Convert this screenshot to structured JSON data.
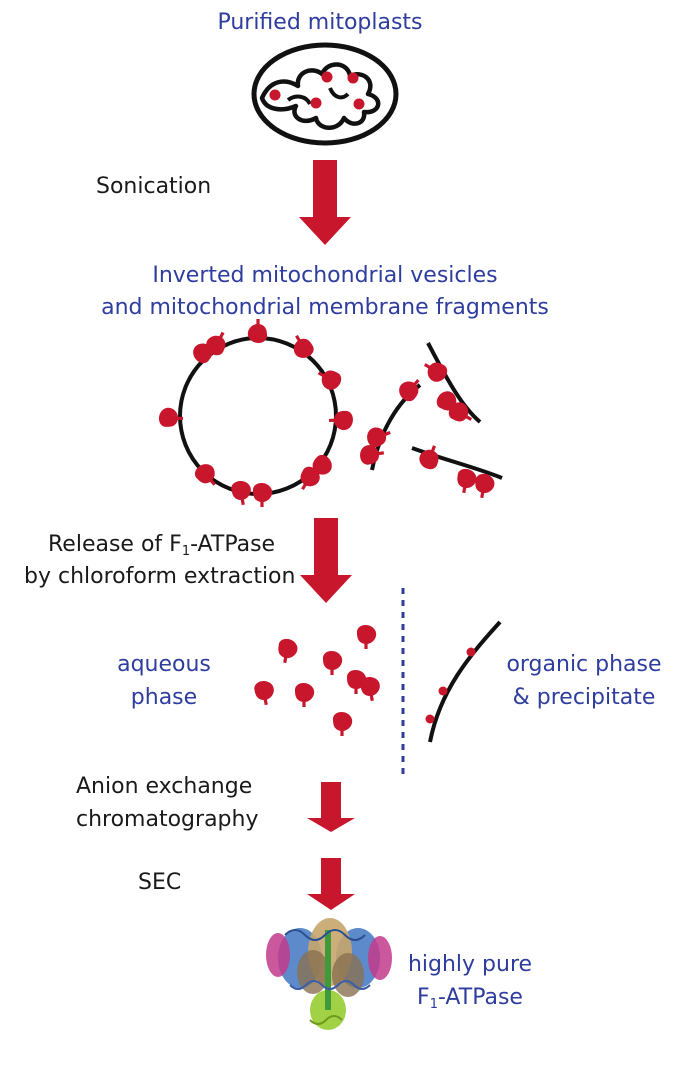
{
  "colors": {
    "label_blue": "#2e3d9e",
    "text_black": "#1a1a1a",
    "arrow_red": "#c8172d",
    "protein_red": "#c8172d",
    "membrane": "#111111"
  },
  "labels": {
    "purified": "Purified mitoplasts",
    "sonication": "Sonication",
    "inverted_line1": "Inverted mitochondrial vesicles",
    "inverted_line2": "and mitochondrial membrane fragments",
    "release_line1_a": "Release of F",
    "release_line1_sub": "1",
    "release_line1_b": "-ATPase",
    "release_line2": "by chloroform extraction",
    "aqueous_line1": "aqueous",
    "aqueous_line2": "phase",
    "organic_line1": "organic phase",
    "organic_line2": "& precipitate",
    "anion_line1": "Anion exchange",
    "anion_line2": "chromatography",
    "sec": "SEC",
    "pure_line1": "highly pure",
    "pure_line2_a": "F",
    "pure_line2_sub": "1",
    "pure_line2_b": "-ATPase"
  },
  "icons": {
    "mitoplast": "mitoplast-icon",
    "vesicle": "inverted-vesicle-icon",
    "fragments": "membrane-fragment-icon",
    "f1": "f1-atpase-particle-icon",
    "structure": "protein-structure-icon"
  }
}
